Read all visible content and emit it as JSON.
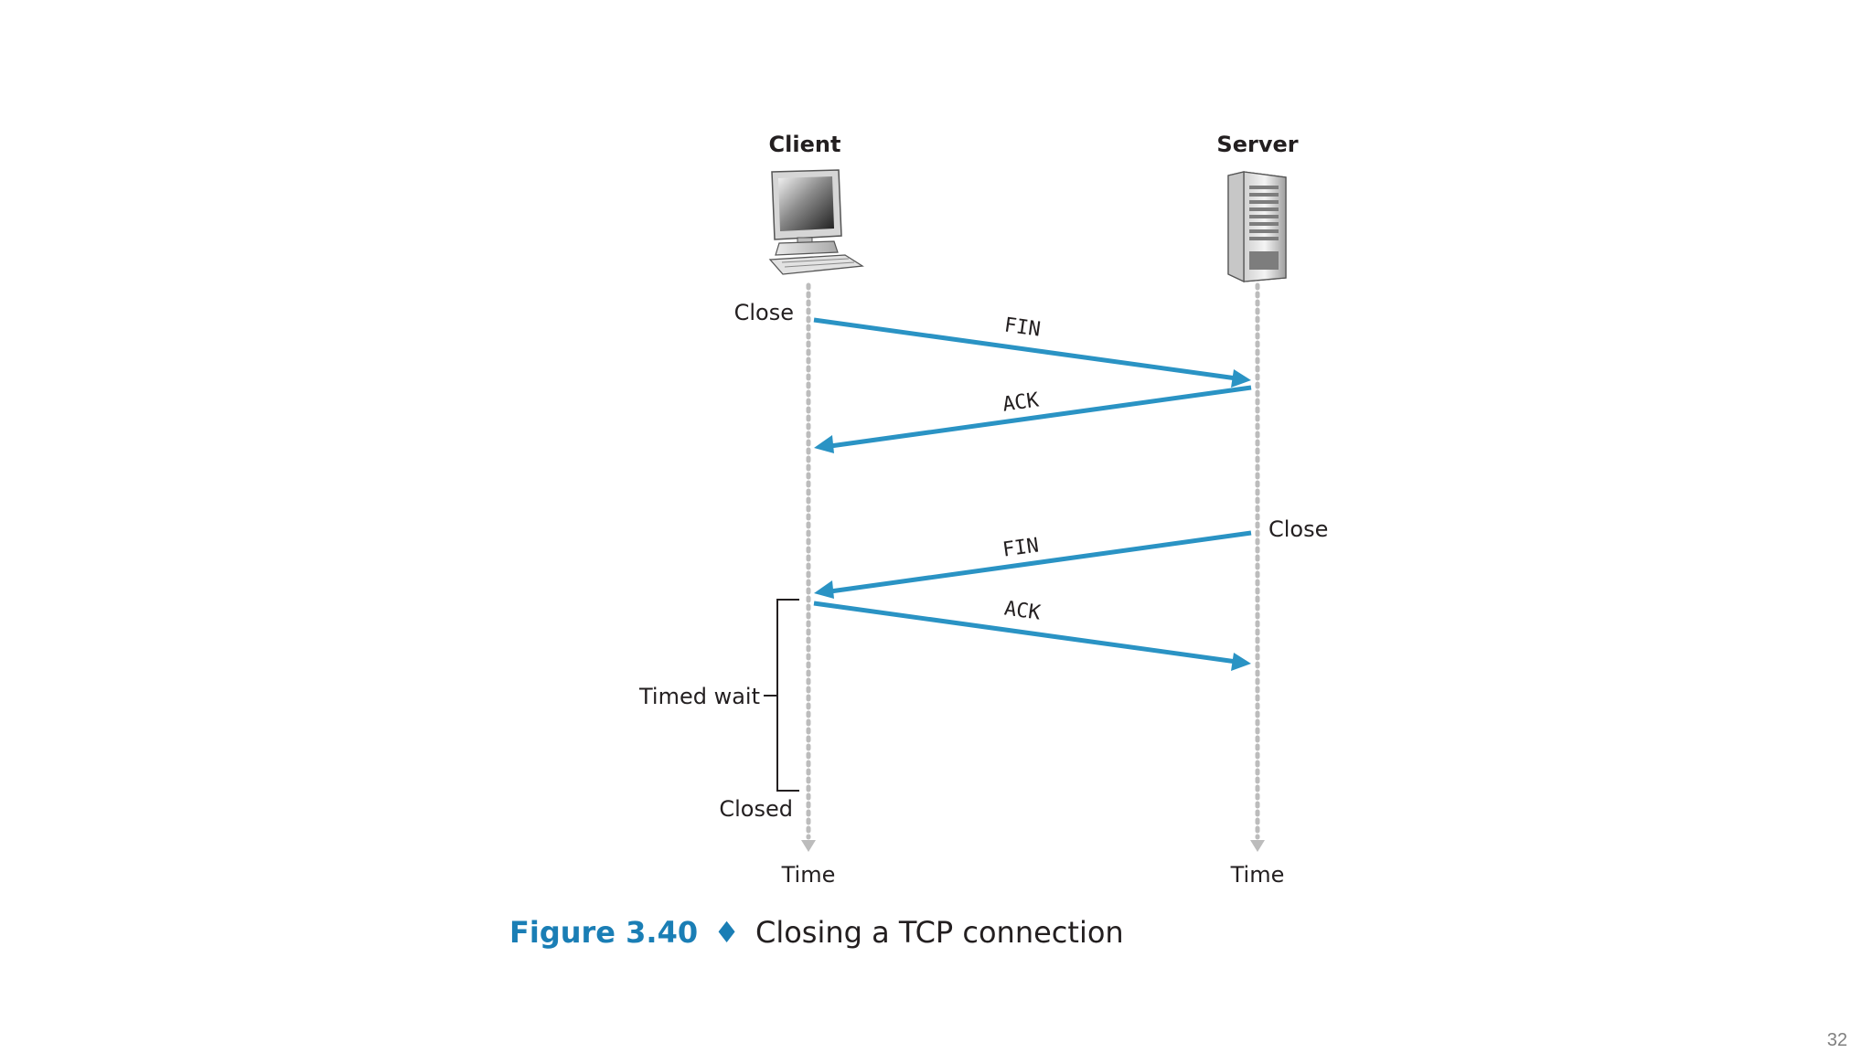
{
  "client": {
    "title": "Client",
    "close_label": "Close",
    "timed_wait_label": "Timed wait",
    "closed_label": "Closed",
    "time_label": "Time"
  },
  "server": {
    "title": "Server",
    "close_label": "Close",
    "time_label": "Time"
  },
  "messages": [
    {
      "label": "FIN",
      "from": "client",
      "to": "server"
    },
    {
      "label": "ACK",
      "from": "server",
      "to": "client"
    },
    {
      "label": "FIN",
      "from": "server",
      "to": "client"
    },
    {
      "label": "ACK",
      "from": "client",
      "to": "server"
    }
  ],
  "caption": {
    "number": "Figure 3.40",
    "separator": "♦",
    "text": "Closing a TCP connection"
  },
  "page_number": "32",
  "colors": {
    "arrow": "#2a93c4",
    "timeline": "#bcbcbc",
    "caption_accent": "#1a7eb5"
  },
  "icons": {
    "client": "desktop-computer-icon",
    "server": "server-tower-icon"
  }
}
